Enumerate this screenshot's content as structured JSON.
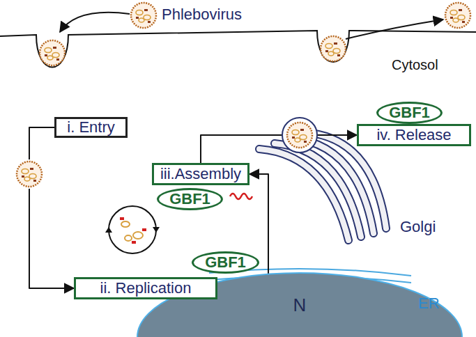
{
  "diagram": {
    "nodes": [
      {
        "text": [
          "i. Entry"
        ]
      },
      {
        "text": [
          "GBF1"
        ]
      },
      {
        "text": [
          "iv. Release"
        ]
      },
      {
        "text": [
          "iii.Assembly"
        ]
      },
      {
        "text": [
          "GBF1"
        ]
      },
      {
        "text": [
          "GBF1"
        ]
      },
      {
        "text": [
          "ii. Replication"
        ]
      },
      {
        "text": [
          "N"
        ]
      }
    ],
    "edges": [
      {
        "from": 0,
        "to": 6,
        "arrow": "to"
      },
      {
        "from": 6,
        "to": 3,
        "arrow": "to"
      },
      {
        "from": 3,
        "to": 2,
        "arrow": "to"
      }
    ],
    "labels": [
      "Phlebovirus",
      "Cytosol",
      "Golgi",
      "ER"
    ]
  }
}
